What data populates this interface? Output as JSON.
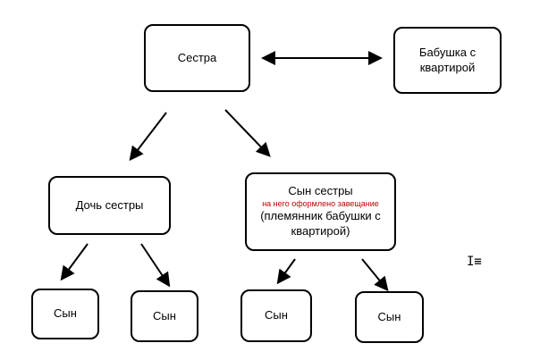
{
  "nodes": {
    "sister": "Сестра",
    "grandma": "Бабушка с квартирой",
    "daughter": "Дочь сестры",
    "son_line1": "Сын сестры",
    "son_note": "на него оформлено завещание",
    "son_line2": "(племянник бабушки с квартирой)",
    "grandson1": "Сын",
    "grandson2": "Сын",
    "grandson3": "Сын",
    "grandson4": "Сын"
  },
  "colors": {
    "stroke": "#000000",
    "note": "#c00000"
  },
  "icons": {
    "cursor": "text-cursor-icon"
  }
}
